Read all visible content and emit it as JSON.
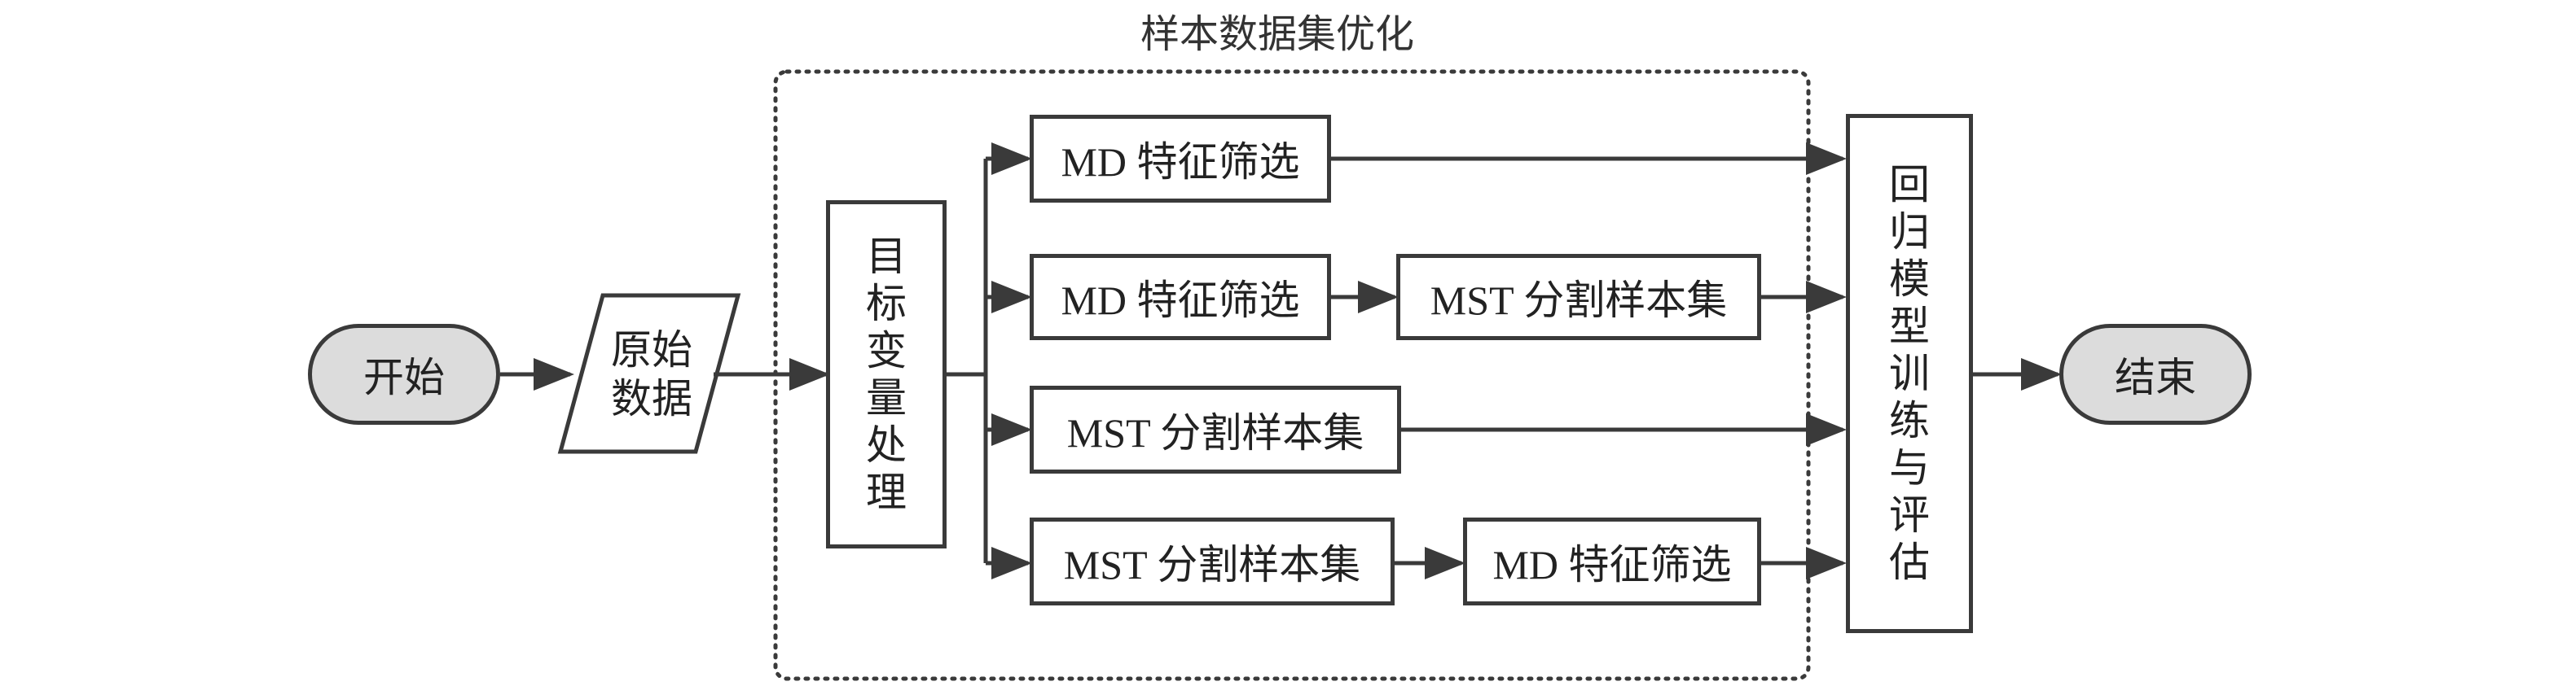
{
  "group_title": "样本数据集优化",
  "start": "开始",
  "raw_data": [
    "原始",
    "数据"
  ],
  "target_processing": [
    "目",
    "标",
    "变",
    "量",
    "处",
    "理"
  ],
  "path1": {
    "step1": "MD 特征筛选"
  },
  "path2": {
    "step1": "MD 特征筛选",
    "step2": "MST 分割样本集"
  },
  "path3": {
    "step1": "MST 分割样本集"
  },
  "path4": {
    "step1": "MST 分割样本集",
    "step2": "MD 特征筛选"
  },
  "training": [
    "回",
    "归",
    "模",
    "型",
    "训",
    "练",
    "与",
    "评",
    "估"
  ],
  "end": "结束"
}
